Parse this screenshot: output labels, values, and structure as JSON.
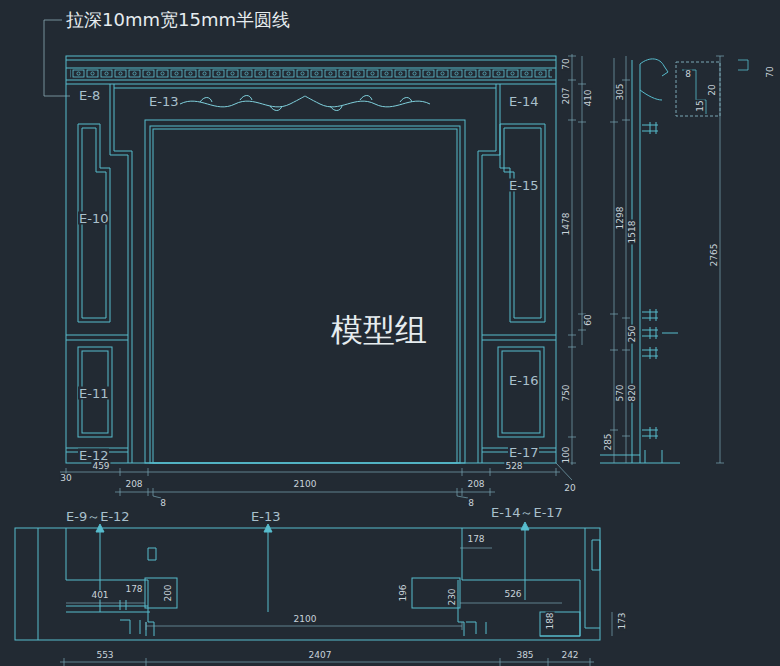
{
  "diagram": {
    "labels": [
      "拉深10mm宽15mm半圆线",
      "E-8",
      "E-13",
      "E-14",
      "E-10",
      "E-15",
      "E-11",
      "E-16",
      "E-12",
      "E-17",
      "模型组",
      "70",
      "207",
      "410",
      "1478",
      "60",
      "750",
      "100",
      "305",
      "1298",
      "1518",
      "250",
      "570",
      "820",
      "285",
      "2765",
      "8",
      "20",
      "15",
      "70",
      "30",
      "459",
      "208",
      "2100",
      "208",
      "528",
      "8",
      "8",
      "20",
      "E-9～E-12",
      "E-13",
      "E-14～E-17",
      "178",
      "401",
      "178",
      "200",
      "196",
      "230",
      "526",
      "2100",
      "188",
      "173",
      "553",
      "2407",
      "385",
      "242"
    ]
  }
}
